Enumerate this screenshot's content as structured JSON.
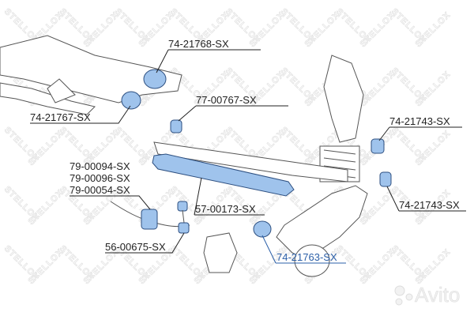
{
  "watermark": "STELLOX",
  "logo": "Avito",
  "accent_color": "#9fc3ec",
  "highlight_label_color": "#2b5fa8",
  "labels": {
    "top_mount": "74-21768-SX",
    "subframe_mount": "74-21767-SX",
    "bushing_upper": "77-00767-SX",
    "knuckle_bushing_upper": "74-21743-SX",
    "knuckle_bushing_lower": "74-21743-SX",
    "stabilizer_bushing_1": "79-00094-SX",
    "stabilizer_bushing_2": "79-00096-SX",
    "stabilizer_bushing_3": "79-00054-SX",
    "control_arm": "57-00173-SX",
    "stabilizer_link": "56-00675-SX",
    "trailing_arm_bushing": "74-21763-SX"
  }
}
